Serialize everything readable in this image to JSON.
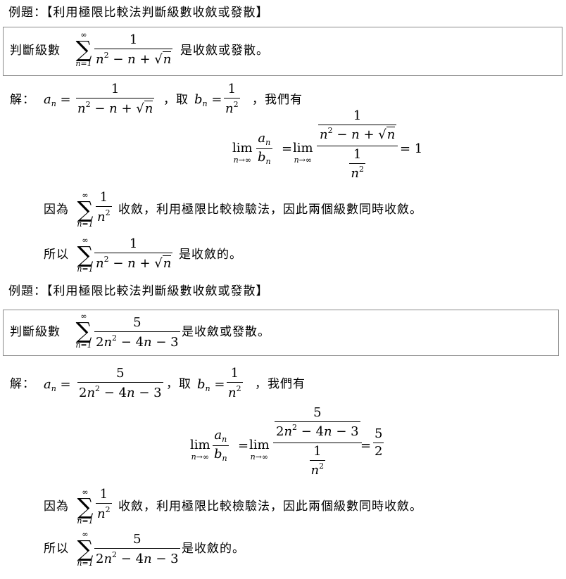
{
  "example1": {
    "heading": "例題：【利用極限比較法判斷級數收斂或發散】",
    "problem_lead": "判斷級數",
    "problem_tail": "是收斂或發散。",
    "solution_label": "解：",
    "take_text": "，取",
    "we_have": "，我們有",
    "limit_result": "= 1",
    "because": "因為",
    "because_tail": "收斂，利用極限比較檢驗法，因此兩個級數同時收斂。",
    "therefore": "所以",
    "therefore_tail": "是收斂的。"
  },
  "example2": {
    "heading": "例題：【利用極限比較法判斷級數收斂或發散】",
    "problem_lead": "判斷級數",
    "problem_tail": "是收斂或發散。",
    "solution_label": "解：",
    "take_text": "，取",
    "we_have": "，我們有",
    "limit_result_num": "5",
    "limit_result_den": "2",
    "because": "因為",
    "because_tail": "收斂，利用極限比較檢驗法，因此兩個級數同時收斂。",
    "therefore": "所以",
    "therefore_tail": "是收斂的。"
  },
  "math": {
    "sum_top": "∞",
    "sum_bottom": "n=1",
    "one": "1",
    "five": "5",
    "lim_word": "lim",
    "lim_sub": "n→∞"
  }
}
